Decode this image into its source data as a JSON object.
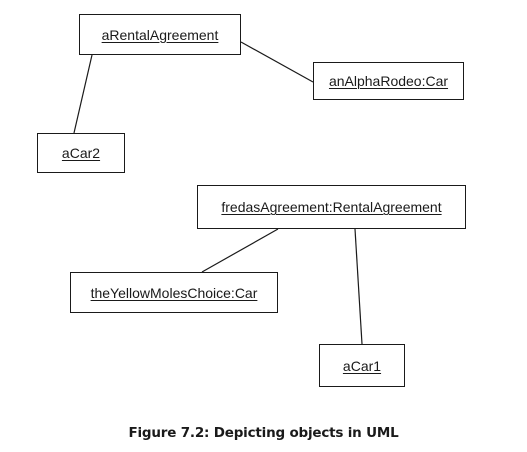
{
  "objects": {
    "rental_agreement": "aRentalAgreement",
    "alpha_rodeo": "anAlphaRodeo:Car",
    "car2": "aCar2",
    "freda_agreement": "fredasAgreement:RentalAgreement",
    "yellow_moles": "theYellowMolesChoice:Car",
    "car1": "aCar1"
  },
  "caption": "Figure 7.2: Depicting objects in UML",
  "links": [
    {
      "from": "aRentalAgreement",
      "to": "anAlphaRodeo:Car"
    },
    {
      "from": "aRentalAgreement",
      "to": "aCar2"
    },
    {
      "from": "fredasAgreement:RentalAgreement",
      "to": "theYellowMolesChoice:Car"
    },
    {
      "from": "fredasAgreement:RentalAgreement",
      "to": "aCar1"
    }
  ]
}
